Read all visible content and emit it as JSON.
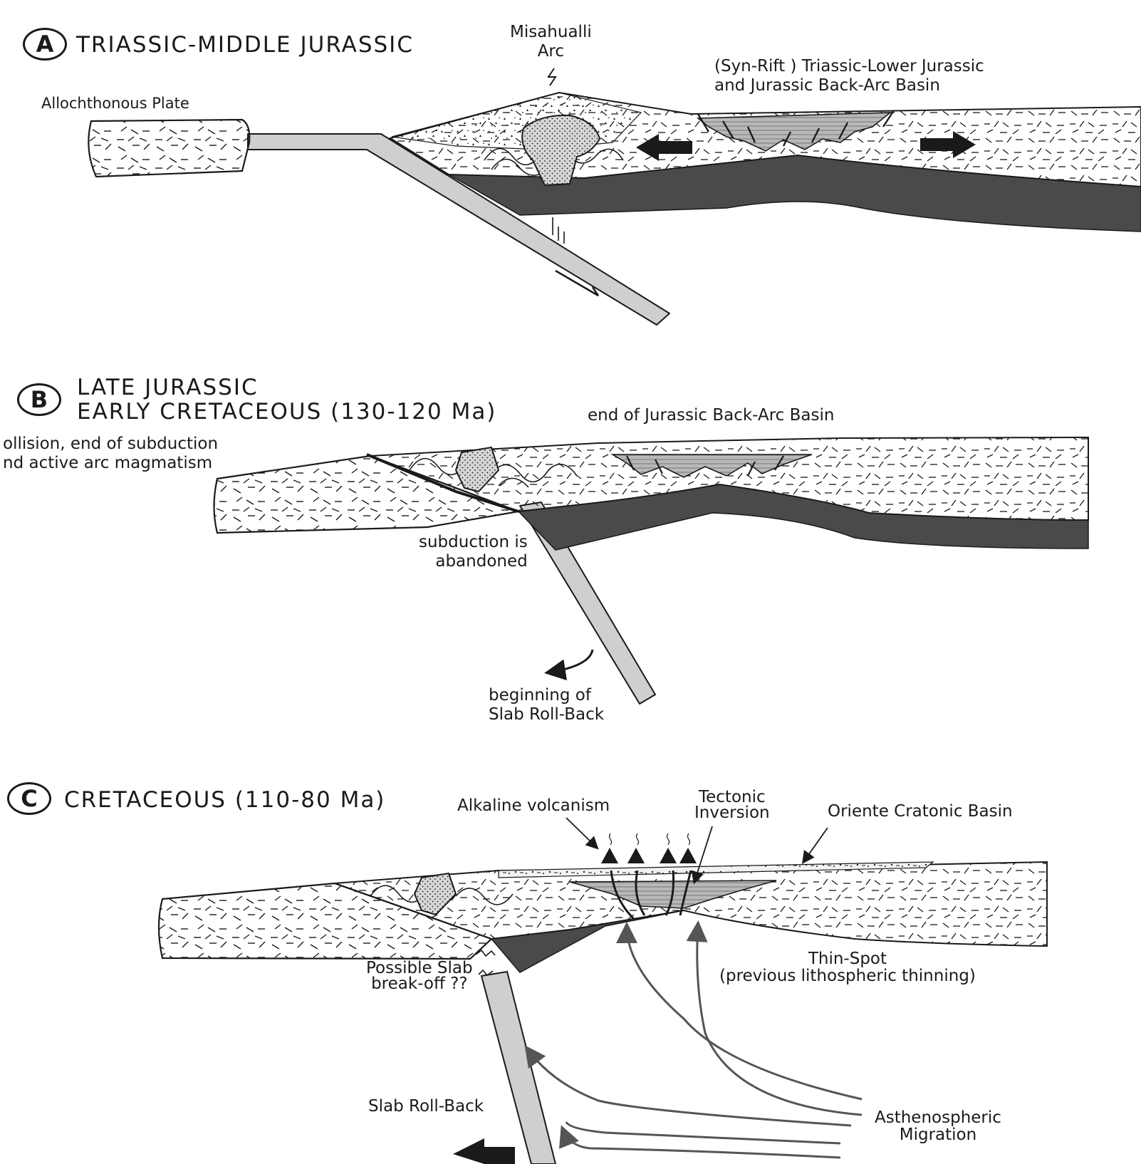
{
  "panels": [
    {
      "id": "A",
      "title": "TRIASSIC-MIDDLE JURASSIC",
      "labels": {
        "plate": "Allochthonous Plate",
        "arc": "Misahualli\nArc",
        "basin": "(Syn-Rift ) Triassic-Lower Jurassic\nand Jurassic Back-Arc Basin"
      }
    },
    {
      "id": "B",
      "title": "LATE JURASSIC\nEARLY CRETACEOUS (130-120 Ma)",
      "labels": {
        "basin_end": "end of Jurassic Back-Arc Basin",
        "collision": "ollision, end of subduction\nnd active arc magmatism",
        "subduction": "subduction is\nabandoned",
        "rollback": "beginning of\nSlab Roll-Back"
      }
    },
    {
      "id": "C",
      "title": "CRETACEOUS (110-80 Ma)",
      "labels": {
        "alkaline": "Alkaline volcanism",
        "tectonic": "Tectonic\nInversion",
        "oriente": "Oriente Cratonic Basin",
        "thin_spot": "Thin-Spot\n(previous lithospheric thinning)",
        "breakoff": "Possible Slab\nbreak-off ??",
        "rollback": "Slab Roll-Back",
        "astheno": "Asthenospheric\nMigration"
      }
    }
  ],
  "colors": {
    "ink": "#1a1a1a",
    "slab": "#cfcfcf",
    "mantle": "#4a4a4a",
    "basin_fill": "#b8b8b8",
    "arrow": "#555555"
  }
}
